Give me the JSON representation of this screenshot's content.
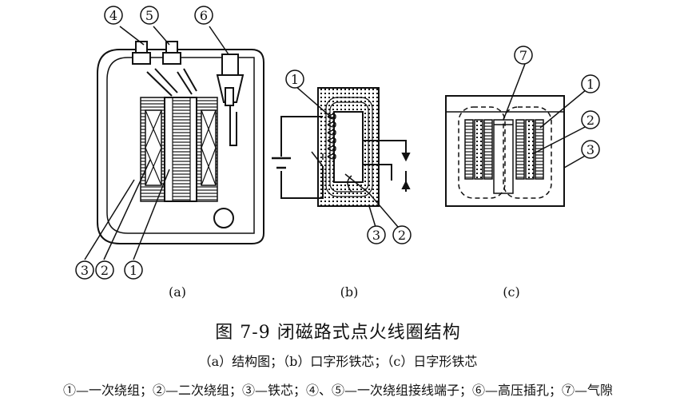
{
  "figure": {
    "title": "图 7-9   闭磁路式点火线圈结构",
    "subtitle": "（a）结构图；（b）口字形铁芯；（c）日字形铁芯",
    "legend": "①—一次绕组；②—二次绕组；③—铁芯；④、⑤—一次绕组接线端子；⑥—高压插孔；⑦—气隙"
  },
  "panels": {
    "a": {
      "caption": "(a)",
      "callouts": {
        "c4": "4",
        "c5": "5",
        "c6": "6",
        "c3": "3",
        "c2": "2",
        "c1": "1"
      }
    },
    "b": {
      "caption": "(b)",
      "callouts": {
        "c1": "1",
        "c3": "3",
        "c2": "2"
      }
    },
    "c": {
      "caption": "(c)",
      "callouts": {
        "c7": "7",
        "c1": "1",
        "c2": "2",
        "c3": "3"
      }
    }
  }
}
